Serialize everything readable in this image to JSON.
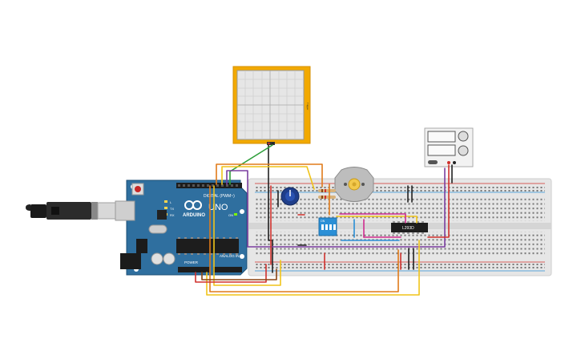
{
  "board": {
    "logo_text": "ARDUINO",
    "model_text": "UNO",
    "digital_label": "DIGITAL (PWM~)",
    "analog_label": "ANALOG IN",
    "power_label": "POWER",
    "tx_label": "TX",
    "rx_label": "RX",
    "l_label": "L",
    "on_label": "ON"
  },
  "oscilloscope": {
    "label": "Trigger"
  },
  "dip_switch": {
    "label": "ON"
  },
  "ic": {
    "label": "L293D"
  },
  "power_supply": {
    "label": ""
  },
  "colors": {
    "arduino_blue": "#2f6f9f",
    "oscilloscope_frame": "#f2a900",
    "breadboard": "#e6e6e6",
    "wire_red": "#d0312d",
    "wire_orange": "#e07b1a",
    "wire_yellow": "#f0c419",
    "wire_green": "#2e9e3a",
    "wire_purple": "#7b3fa0",
    "wire_brown": "#8b4513",
    "wire_black": "#222222",
    "wire_blue": "#2a8fd6",
    "wire_magenta": "#d02d8f"
  }
}
